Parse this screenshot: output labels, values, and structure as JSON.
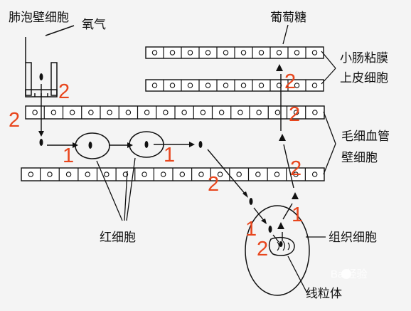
{
  "labels": {
    "alveolar_wall": "肺泡壁细胞",
    "oxygen": "氧气",
    "glucose": "葡萄糖",
    "intestine_line1": "小肠粘膜",
    "intestine_line2": "上皮细胞",
    "capillary_line1": "毛细血管",
    "capillary_line2": "壁细胞",
    "red_blood_cell": "红细胞",
    "tissue_cell": "组织细胞",
    "mitochondria": "线粒体"
  },
  "step_markers": [
    "2",
    "2",
    "1",
    "1",
    "2",
    "2",
    "2",
    "2",
    "1",
    "1",
    "2"
  ],
  "watermark": "Bai经验",
  "colors": {
    "marker": "#e8461d",
    "line": "#111111",
    "background": "#f4f4f4"
  }
}
